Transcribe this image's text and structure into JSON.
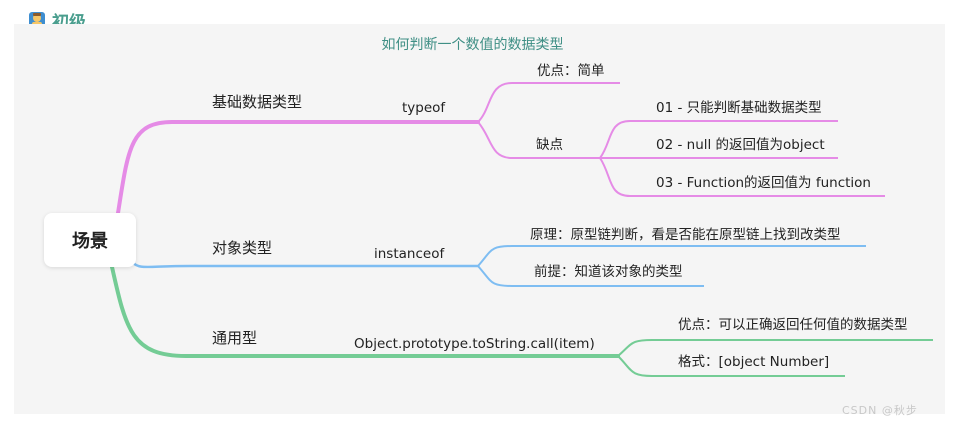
{
  "header": {
    "title": "初级",
    "icon": "person-emoji-icon"
  },
  "map": {
    "title": "如何判断一个数值的数据类型",
    "root": "场景",
    "branches": [
      {
        "label": "基础数据类型",
        "method": "typeof",
        "color": "#e58be6",
        "items": [
          {
            "label": "优点：简单"
          },
          {
            "label": "缺点",
            "children": [
              "01 - 只能判断基础数据类型",
              "02 - null 的返回值为object",
              "03 - Function的返回值为 function"
            ]
          }
        ]
      },
      {
        "label": "对象类型",
        "method": "instanceof",
        "color": "#7ebdf2",
        "items": [
          {
            "label": "原理：原型链判断，看是否能在原型链上找到改类型"
          },
          {
            "label": "前提：知道该对象的类型"
          }
        ]
      },
      {
        "label": "通用型",
        "method": "Object.prototype.toString.call(item)",
        "color": "#74cc95",
        "items": [
          {
            "label": "优点：可以正确返回任何值的数据类型"
          },
          {
            "label": "格式：[object Number]"
          }
        ]
      }
    ]
  },
  "watermark": "CSDN @秋步"
}
